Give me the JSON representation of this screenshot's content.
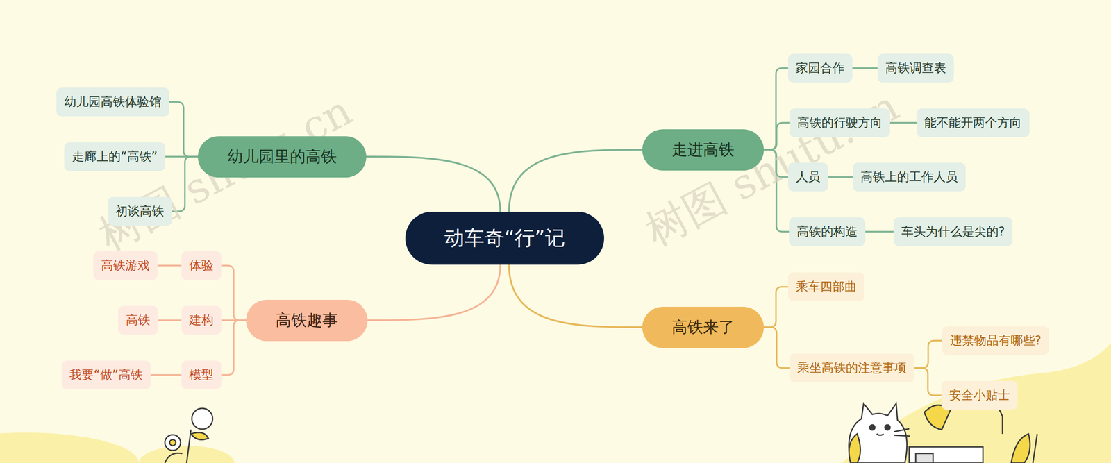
{
  "diagram": {
    "nodes": [
      {
        "text": [
          "动车奇“行”记"
        ]
      },
      {
        "text": [
          "幼儿园里的高铁"
        ]
      },
      {
        "text": [
          "幼儿园高铁体验馆"
        ]
      },
      {
        "text": [
          "走廊上的“高铁”"
        ]
      },
      {
        "text": [
          "初谈高铁"
        ]
      },
      {
        "text": [
          "高铁趣事"
        ]
      },
      {
        "text": [
          "体验"
        ]
      },
      {
        "text": [
          "高铁游戏"
        ]
      },
      {
        "text": [
          "建构"
        ]
      },
      {
        "text": [
          "高铁"
        ]
      },
      {
        "text": [
          "模型"
        ]
      },
      {
        "text": [
          "我要“做”高铁"
        ]
      },
      {
        "text": [
          "走进高铁"
        ]
      },
      {
        "text": [
          "家园合作"
        ]
      },
      {
        "text": [
          "高铁调查表"
        ]
      },
      {
        "text": [
          "高铁的行驶方向"
        ]
      },
      {
        "text": [
          "能不能开两个方向"
        ]
      },
      {
        "text": [
          "人员"
        ]
      },
      {
        "text": [
          "高铁上的工作人员"
        ]
      },
      {
        "text": [
          "高铁的构造"
        ]
      },
      {
        "text": [
          "车头为什么是尖的?"
        ]
      },
      {
        "text": [
          "高铁来了"
        ]
      },
      {
        "text": [
          "乘车四部曲"
        ]
      },
      {
        "text": [
          "乘坐高铁的注意事项"
        ]
      },
      {
        "text": [
          "违禁物品有哪些?"
        ]
      },
      {
        "text": [
          "安全小贴士"
        ]
      }
    ],
    "edges": [
      {
        "from": 0,
        "to": 1,
        "arrow": "none"
      },
      {
        "from": 1,
        "to": 2,
        "arrow": "none"
      },
      {
        "from": 1,
        "to": 3,
        "arrow": "none"
      },
      {
        "from": 1,
        "to": 4,
        "arrow": "none"
      },
      {
        "from": 0,
        "to": 5,
        "arrow": "none"
      },
      {
        "from": 5,
        "to": 6,
        "arrow": "none"
      },
      {
        "from": 6,
        "to": 7,
        "arrow": "none"
      },
      {
        "from": 5,
        "to": 8,
        "arrow": "none"
      },
      {
        "from": 8,
        "to": 9,
        "arrow": "none"
      },
      {
        "from": 5,
        "to": 10,
        "arrow": "none"
      },
      {
        "from": 10,
        "to": 11,
        "arrow": "none"
      },
      {
        "from": 0,
        "to": 12,
        "arrow": "none"
      },
      {
        "from": 12,
        "to": 13,
        "arrow": "none"
      },
      {
        "from": 13,
        "to": 14,
        "arrow": "none"
      },
      {
        "from": 12,
        "to": 15,
        "arrow": "none"
      },
      {
        "from": 15,
        "to": 16,
        "arrow": "none"
      },
      {
        "from": 12,
        "to": 17,
        "arrow": "none"
      },
      {
        "from": 17,
        "to": 18,
        "arrow": "none"
      },
      {
        "from": 12,
        "to": 19,
        "arrow": "none"
      },
      {
        "from": 19,
        "to": 20,
        "arrow": "none"
      },
      {
        "from": 0,
        "to": 21,
        "arrow": "none"
      },
      {
        "from": 21,
        "to": 22,
        "arrow": "none"
      },
      {
        "from": 21,
        "to": 23,
        "arrow": "none"
      },
      {
        "from": 23,
        "to": 24,
        "arrow": "none"
      },
      {
        "from": 23,
        "to": 25,
        "arrow": "none"
      }
    ],
    "labels": [
      "树图 shutu.cn",
      "树图 shutu.cn"
    ]
  }
}
